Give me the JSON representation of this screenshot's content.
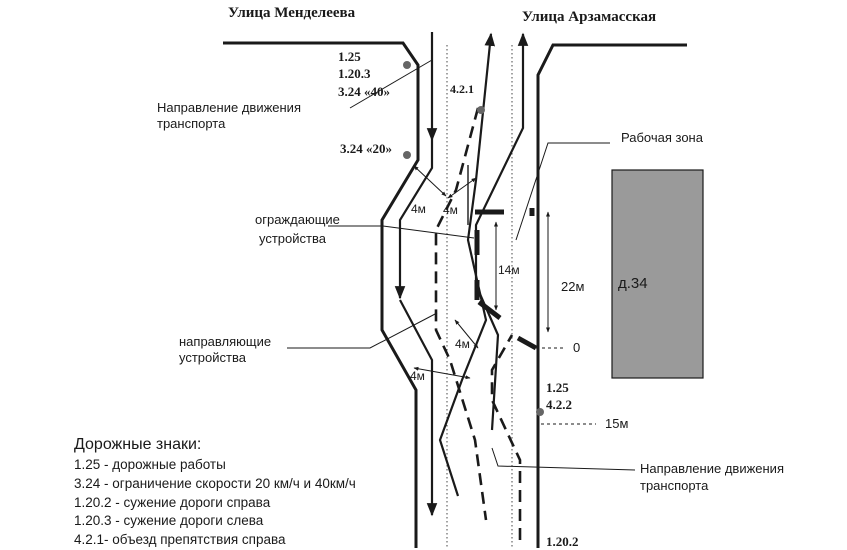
{
  "streets": {
    "left": "Улица Менделеева",
    "right": "Улица Арзамасская"
  },
  "sign_groups": {
    "top_left": [
      "1.25",
      "1.20.3",
      "3.24 «40»"
    ],
    "mid_left": "3.24 «20»",
    "top_center": "4.2.1",
    "bottom_right": [
      "1.25",
      "4.2.2"
    ],
    "bottom_sign": "1.20.2"
  },
  "labels": {
    "traffic_direction_top": [
      "Направление движения",
      "транспорта"
    ],
    "work_zone": "Рабочая зона",
    "fencing": [
      "ограждающие",
      "устройства"
    ],
    "guiding": [
      "направляющие",
      "устройства"
    ],
    "traffic_direction_bottom": [
      "Направление движения",
      "транспорта"
    ],
    "building": "д.34"
  },
  "dimensions": {
    "d1": "4м",
    "d2": "4м",
    "d3": "14м",
    "d4": "22м",
    "d5": "4м",
    "d6": "4м",
    "zero": "0",
    "d15": "15м"
  },
  "legend": {
    "title": "Дорожные знаки:",
    "items": [
      "1.25 - дорожные работы",
      "3.24 - ограничение скорости 20 км/ч и 40км/ч",
      "1.20.2 - сужение дороги справа",
      "1.20.3 - сужение дороги слева",
      "4.2.1- объезд препятствия справа"
    ]
  },
  "colors": {
    "ink": "#1a1a1a",
    "building_fill": "#9a9a9a"
  }
}
